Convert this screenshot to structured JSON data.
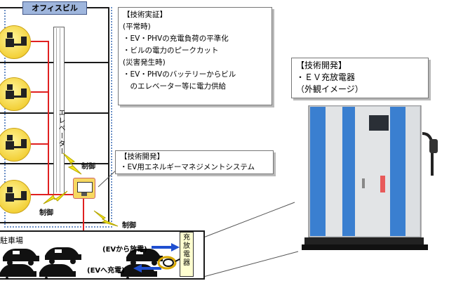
{
  "building": {
    "title": "オフィスビル",
    "elevator": "エレベーター"
  },
  "labels": {
    "control_1": "制御",
    "control_2": "制御",
    "control_3": "制御"
  },
  "box_tech_demo": {
    "lines": [
      "【技術実証】",
      "(平常時)",
      "・EV・PHVの充電負荷の平準化",
      "・ビルの電力のピークカット",
      "(災害発生時)",
      "・EV・PHVのバッテリーからビル",
      "　のエレベーター等に電力供給"
    ]
  },
  "box_tech_dev1": {
    "lines": [
      "【技術開発】",
      "・EV用エネルギーマネジメントシステム"
    ]
  },
  "box_tech_dev2": {
    "lines": [
      "【技術開発】",
      "・ＥＶ充放電器",
      "（外観イメージ）"
    ]
  },
  "parking": {
    "title": "駐車場",
    "discharge": "(EVから放電)",
    "charge": "(EVへ充電)",
    "charger": "充放電器"
  },
  "colors": {
    "red": "#e02020",
    "blue": "#1f4fd0",
    "bolt": "#f5e61a",
    "cabinet_blue": "#3a7fd0"
  }
}
